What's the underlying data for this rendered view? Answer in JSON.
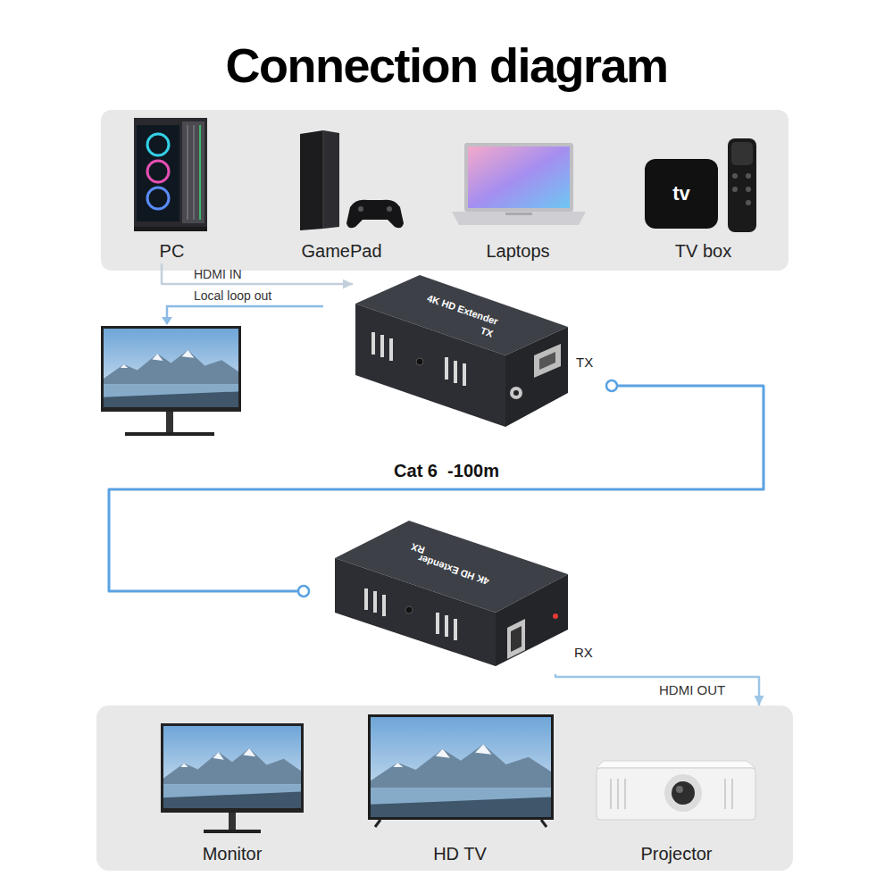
{
  "diagram": {
    "title": "Connection diagram",
    "nodes": [
      {
        "text": [
          "PC"
        ]
      },
      {
        "text": [
          "GamePad"
        ]
      },
      {
        "text": [
          "Laptops"
        ]
      },
      {
        "text": [
          "TV box"
        ]
      },
      {
        "text": [
          "4K HD Extender",
          "TX",
          "TX"
        ]
      },
      {
        "text": [
          "4K HD Extender",
          "RX",
          "RX"
        ]
      },
      {
        "text": [
          "Monitor"
        ]
      },
      {
        "text": [
          "HD TV"
        ]
      },
      {
        "text": [
          "Projector"
        ]
      }
    ],
    "edges": [
      {
        "from": 0,
        "to": 4,
        "arrow": "to",
        "label": "HDMI IN"
      },
      {
        "from": 4,
        "to": 5,
        "arrow": "none",
        "label": "Cat 6  -100m"
      },
      {
        "from": 5,
        "to": 8,
        "arrow": "to",
        "label": "HDMI OUT"
      }
    ],
    "labels": [
      "Local loop out",
      "tv"
    ]
  }
}
